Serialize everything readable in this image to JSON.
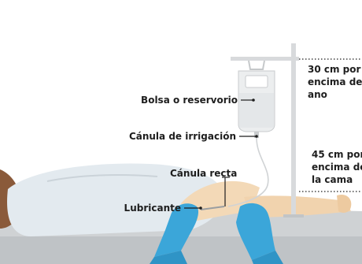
{
  "labels": {
    "bag": "Bolsa o reservorio",
    "irrigation_cannula": "Cánula de irrigación",
    "rectal_cannula": "Cánula recta",
    "lubricant": "Lubricante",
    "height_30_line1": "30 cm por",
    "height_30_line2": "encima del",
    "height_30_line3": "ano",
    "height_45_line1": "45 cm por",
    "height_45_line2": "encima de",
    "height_45_line3": "la cama"
  },
  "colors": {
    "skin": "#f3d9b7",
    "gown": "#e3eaef",
    "glove": "#3ba6d9",
    "bed": "#c9ccce",
    "pole": "#d8dadc",
    "bag": "#eceeef",
    "hair": "#8a5a3a",
    "text": "#1e1e1e"
  },
  "icons": [
    "iv-pole-icon",
    "enema-bag-icon",
    "glove-icon"
  ]
}
